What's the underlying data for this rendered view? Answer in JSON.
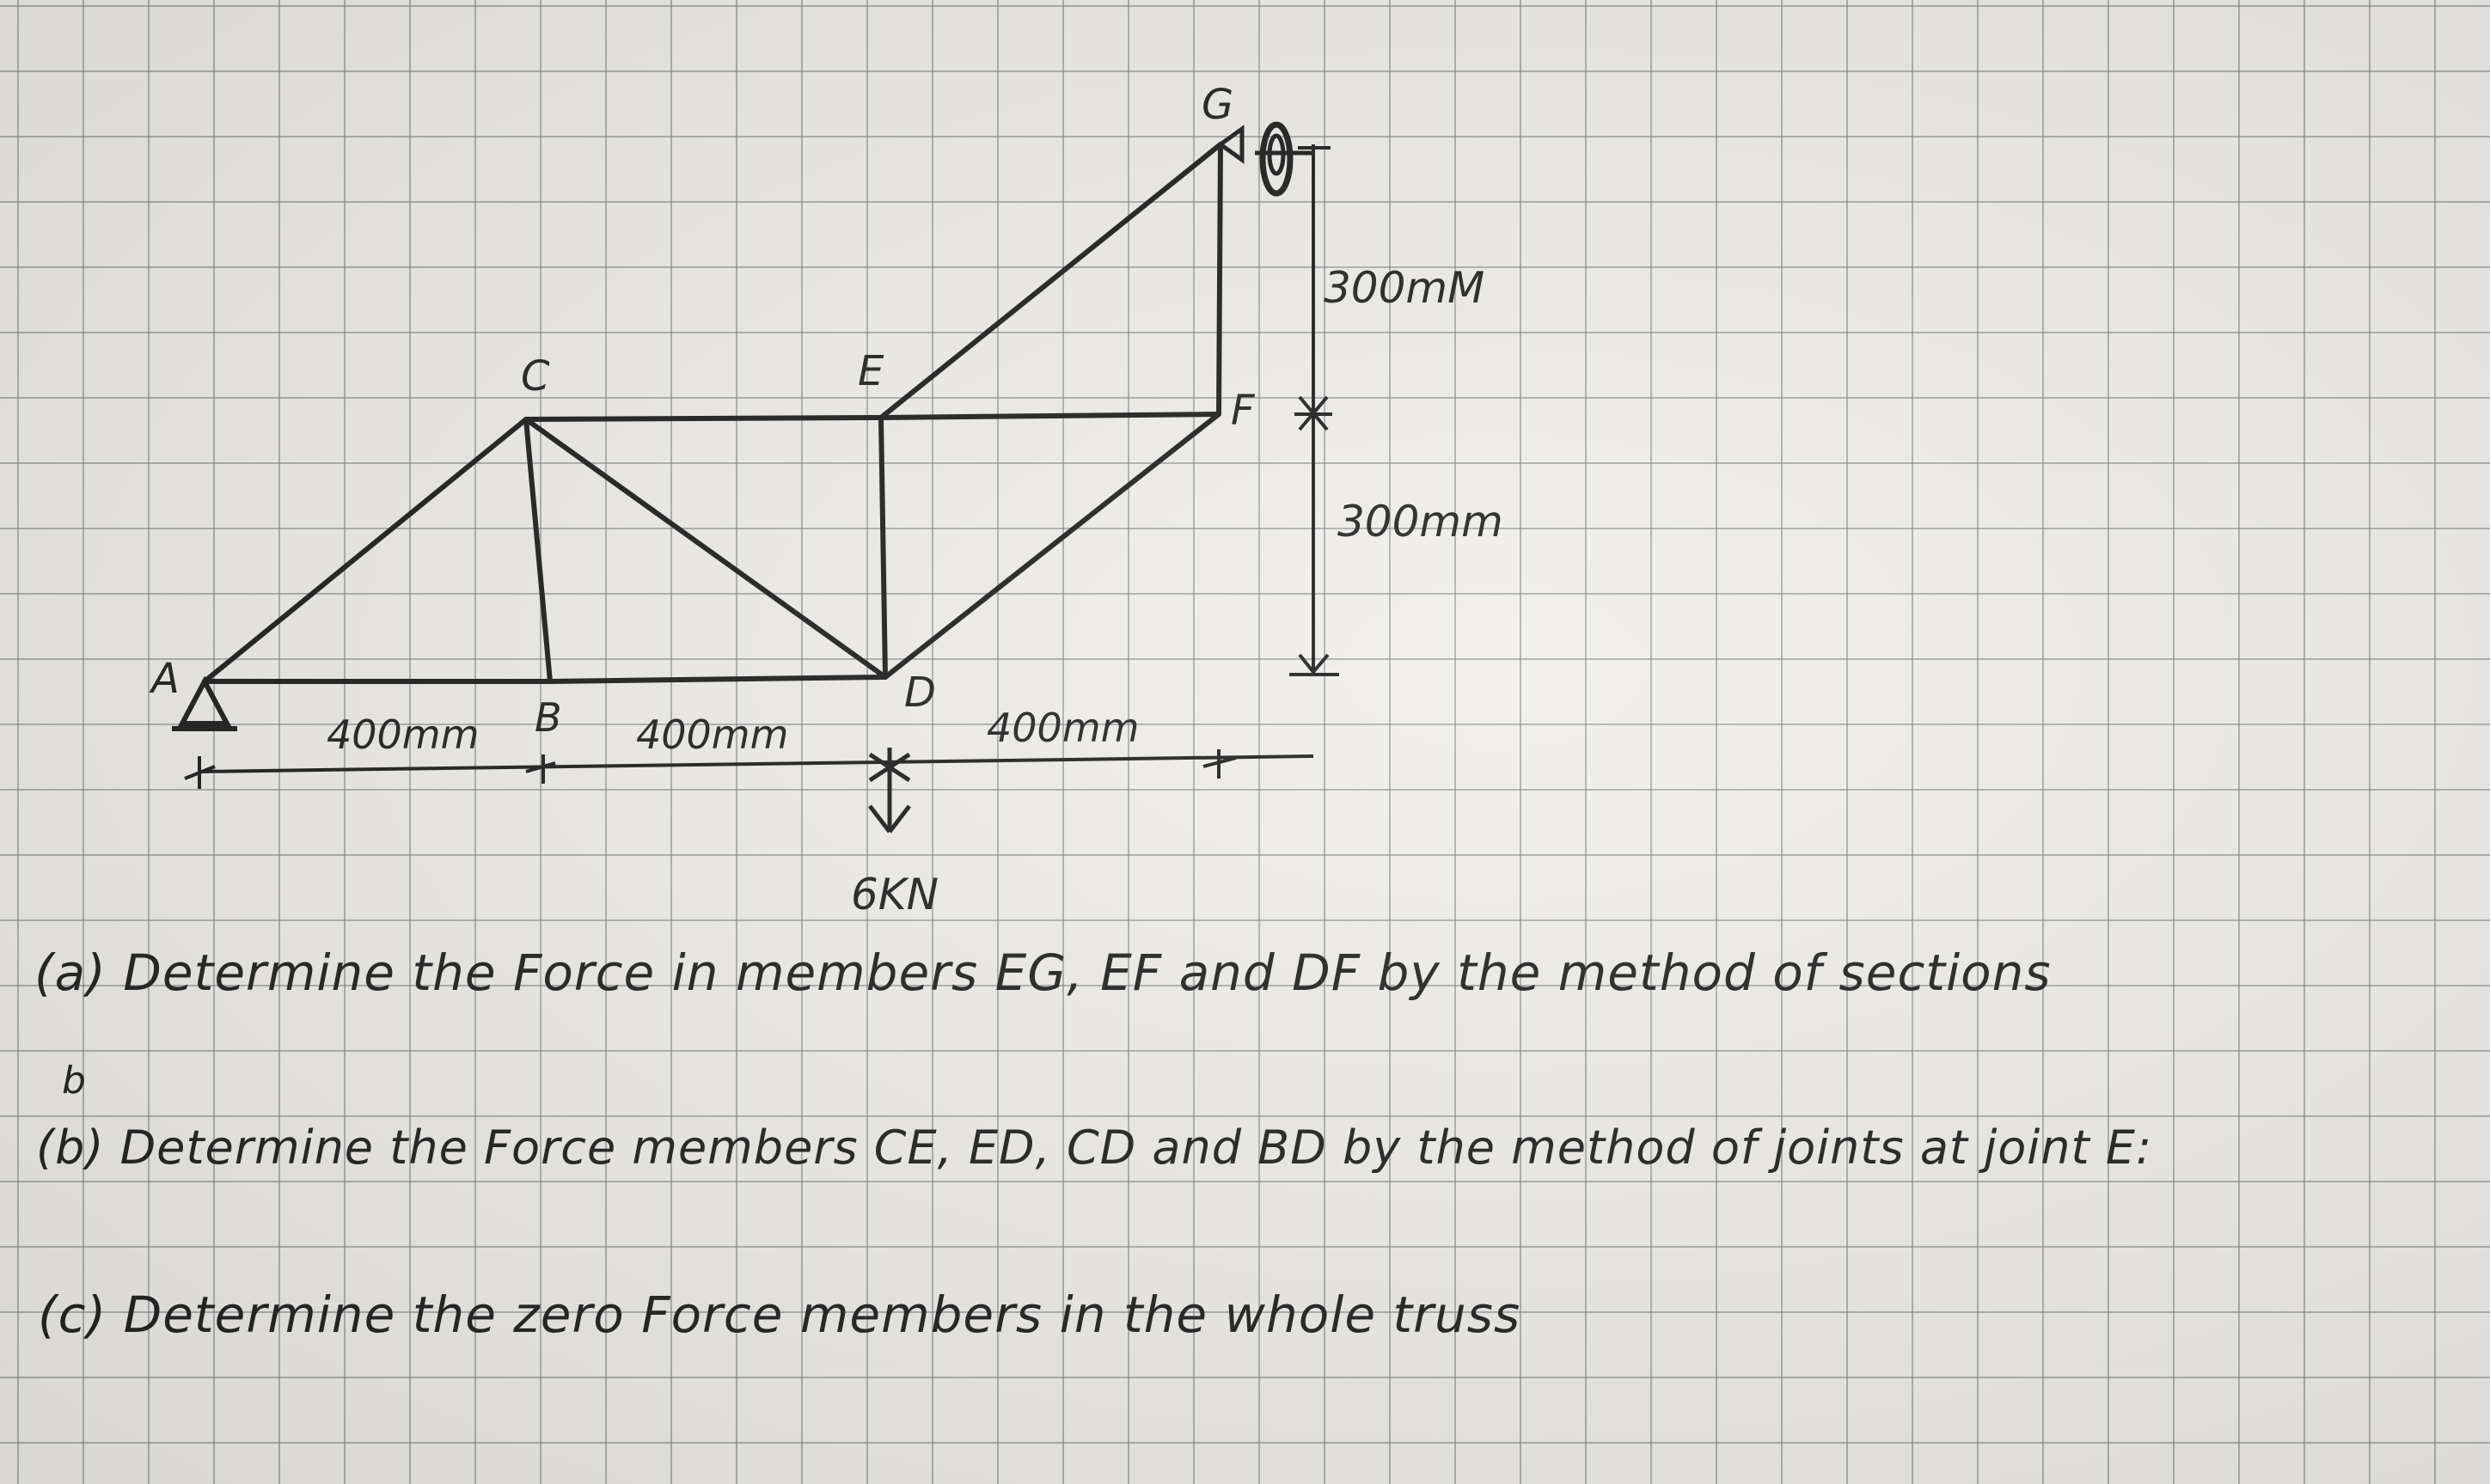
{
  "diagram": {
    "nodes": {
      "A": "A",
      "B": "B",
      "C": "C",
      "D": "D",
      "E": "E",
      "F": "F",
      "G": "G"
    },
    "dimensions": {
      "ab": "400mm",
      "bd": "400mm",
      "df": "400mm",
      "gf": "300mM",
      "f_base": "300mm"
    },
    "load": "6KN"
  },
  "questions": {
    "a": "(a) Determine the Force in members EG, EF and DF by the method of sections",
    "b_mark": "b",
    "b": "(b) Determine the Force members CE, ED, CD and BD by the method of joints at joint E:",
    "c": "(c) Determine the zero Force members in the whole truss"
  },
  "colors": {
    "ink": "#1f1f1f",
    "grid": "#7d8286",
    "paper": "#f1efeb"
  }
}
